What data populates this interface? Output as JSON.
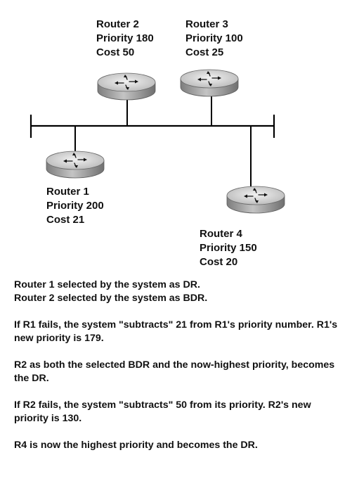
{
  "routers": [
    {
      "id": "router-2",
      "name": "Router 2",
      "priority": "Priority 180",
      "cost": "Cost 50"
    },
    {
      "id": "router-3",
      "name": "Router 3",
      "priority": "Priority 100",
      "cost": "Cost 25"
    },
    {
      "id": "router-1",
      "name": "Router 1",
      "priority": "Priority 200",
      "cost": "Cost 21"
    },
    {
      "id": "router-4",
      "name": "Router 4",
      "priority": "Priority 150",
      "cost": "Cost 20"
    }
  ],
  "explanation": [
    "Router 1 selected by the system as DR.\nRouter 2 selected by the system as BDR.",
    "If R1 fails, the system \"subtracts\" 21 from R1's priority number.  R1's new priority is 179.",
    "R2 as both the selected BDR and the now-highest priority, becomes the DR.",
    "If R2 fails, the system \"subtracts\" 50 from its priority. R2's new priority is 130.",
    "R4 is now the highest priority and becomes the DR."
  ],
  "colors": {
    "router_top": "#d8d8d8",
    "router_side": "#9a9a9a",
    "line": "#000000"
  }
}
